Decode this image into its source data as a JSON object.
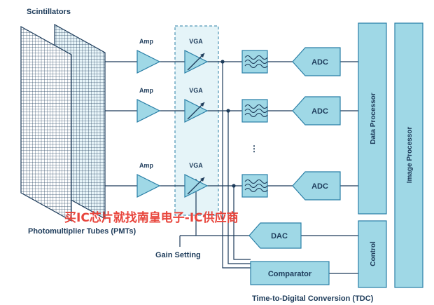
{
  "labels": {
    "scintillators": "Scintillators",
    "pmts": "Photomultiplier Tubes (PMTs)",
    "gain_setting": "Gain Setting",
    "tdc": "Time-to-Digital Conversion (TDC)",
    "data_processor": "Data Processor",
    "image_processor": "Image Processor",
    "control": "Control",
    "comparator": "Comparator",
    "dac": "DAC",
    "ellipsis": "⋮"
  },
  "channels": [
    {
      "amp": "Amp",
      "vga": "VGA",
      "adc": "ADC"
    },
    {
      "amp": "Amp",
      "vga": "VGA",
      "adc": "ADC"
    },
    {
      "amp": "Amp",
      "vga": "VGA",
      "adc": "ADC"
    }
  ],
  "watermark": "买IC芯片就找南皇电子-IC供应商",
  "colors": {
    "fill": "#9fd8e6",
    "stroke": "#2a7fa6",
    "line": "#1d3b5a",
    "vga_box": "#e5f4f8",
    "watermark": "#e8453c"
  }
}
